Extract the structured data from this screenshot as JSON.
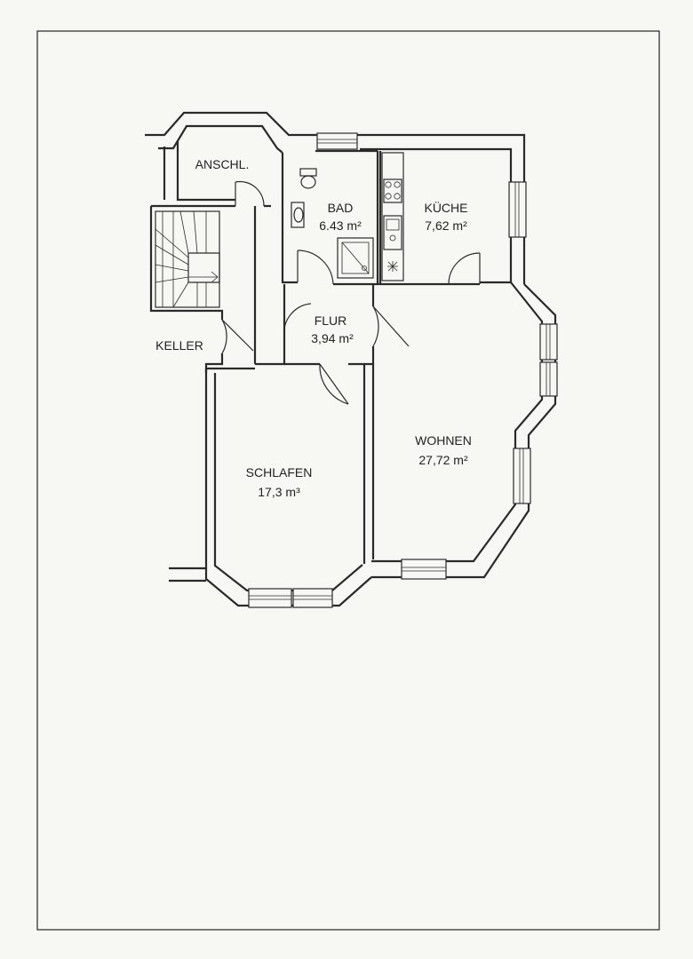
{
  "plan": {
    "rooms": {
      "anschl": {
        "name": "ANSCHL."
      },
      "bad": {
        "name": "BAD",
        "area": "6.43 m²"
      },
      "kueche": {
        "name": "KÜCHE",
        "area": "7,62 m²"
      },
      "flur": {
        "name": "FLUR",
        "area": "3,94 m²"
      },
      "keller": {
        "name": "KELLER"
      },
      "wohnen": {
        "name": "WOHNEN",
        "area": "27,72 m²"
      },
      "schlafen": {
        "name": "SCHLAFEN",
        "area": "17,3 m³"
      }
    }
  }
}
